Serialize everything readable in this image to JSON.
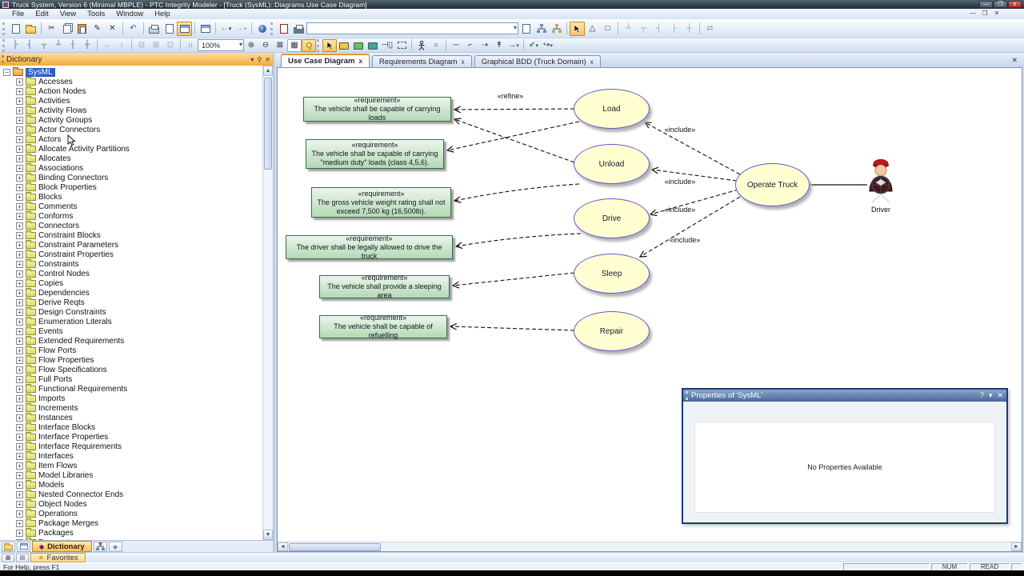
{
  "window": {
    "title": "Truck System, Version 6  (Minimal MBPLE) - PTC Integrity Modeler - [Truck (SysML)::Diagrams.Use Case Diagram]",
    "controls": {
      "minimize": "—",
      "restore": "❐",
      "close": "x"
    }
  },
  "menu": {
    "items": [
      "File",
      "Edit",
      "View",
      "Tools",
      "Window",
      "Help"
    ]
  },
  "toolbar": {
    "zoom_value": "100%"
  },
  "dictionary": {
    "title": "Dictionary",
    "root": "SysML",
    "tab_label": "Dictionary",
    "items": [
      "Accesses",
      "Action Nodes",
      "Activities",
      "Activity Flows",
      "Activity Groups",
      "Actor Connectors",
      "Actors",
      "Allocate Activity Partitions",
      "Allocates",
      "Associations",
      "Binding Connectors",
      "Block Properties",
      "Blocks",
      "Comments",
      "Conforms",
      "Connectors",
      "Constraint Blocks",
      "Constraint Parameters",
      "Constraint Properties",
      "Constraints",
      "Control Nodes",
      "Copies",
      "Dependencies",
      "Derive Reqts",
      "Design Constraints",
      "Enumeration Literals",
      "Events",
      "Extended Requirements",
      "Flow Ports",
      "Flow Properties",
      "Flow Specifications",
      "Full Ports",
      "Functional Requirements",
      "Imports",
      "Increments",
      "Instances",
      "Interface Blocks",
      "Interface Properties",
      "Interface Requirements",
      "Interfaces",
      "Item Flows",
      "Model Libraries",
      "Models",
      "Nested Connector Ends",
      "Object Nodes",
      "Operations",
      "Package Merges",
      "Packages",
      "Parameter"
    ]
  },
  "favorites": {
    "tab_label": "Favorites"
  },
  "doc_tabs": [
    {
      "label": "Use Case Diagram",
      "close": "x"
    },
    {
      "label": "Requirements Diagram",
      "close": "x"
    },
    {
      "label": "Graphical BDD (Truck Domain)",
      "close": "x"
    }
  ],
  "diagram": {
    "requirements": [
      {
        "stereotype": "«requirement»",
        "text": "The vehicle shall be capable of carrying loads"
      },
      {
        "stereotype": "«requirement»",
        "text": "The vehicle shall be capable of carrying \"medium duty\" loads (class 4,5,6)."
      },
      {
        "stereotype": "«requirement»",
        "text": "The gross vehicle weight rating shall not exceed 7,500 kg (16,500lb)."
      },
      {
        "stereotype": "«requirement»",
        "text": "The driver shall be legally allowed to drive the truck"
      },
      {
        "stereotype": "«requirement»",
        "text": "The vehicle shall provide a sleeping area"
      },
      {
        "stereotype": "«requirement»",
        "text": "The vehicle shall be capable of refuelling"
      }
    ],
    "usecases": [
      "Load",
      "Unload",
      "Drive",
      "Sleep",
      "Repair",
      "Operate Truck"
    ],
    "actor": {
      "label": "Driver"
    },
    "edge_labels": {
      "refine": "«refine»",
      "include": "«include»"
    },
    "colors": {
      "requirement_fill": "#cfe6cf",
      "requirement_border": "#3d6b4f",
      "usecase_fill": "#ffffd2",
      "usecase_border": "#6a5acd"
    }
  },
  "properties_panel": {
    "title": "Properties of 'SysML'",
    "empty_text": "No Properties Available",
    "buttons": {
      "help": "?",
      "menu": "▾",
      "close": "x"
    }
  },
  "status": {
    "help": "For Help, press F1",
    "num": "NUM",
    "read": "READ"
  },
  "ui_colors": {
    "panel_header_accent": "#f2a93b",
    "toolbar_active": "#f9c35a",
    "selection_blue": "#2c5fc4"
  }
}
